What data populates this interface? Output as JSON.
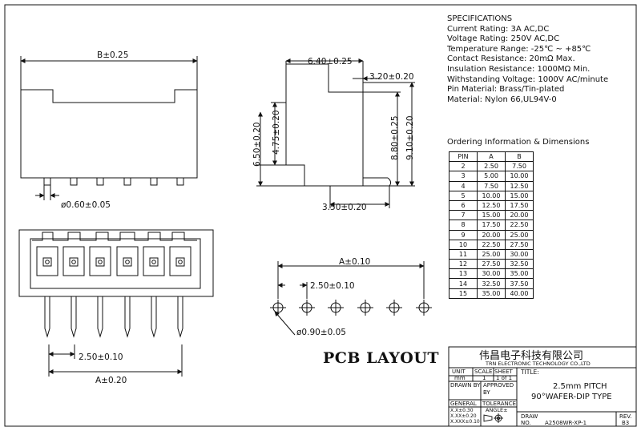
{
  "specifications": {
    "title": "SPECIFICATIONS",
    "lines": [
      "Current Rating: 3A AC,DC",
      "Voltage Rating: 250V AC,DC",
      "Temperature Range: -25℃ ~ +85℃",
      "Contact Resistance: 20mΩ Max.",
      "Insulation Resistance: 1000MΩ Min.",
      "Withstanding Voltage: 1000V AC/minute",
      "Pin Material: Brass/Tin-plated",
      "Material: Nylon 66,UL94V-0"
    ]
  },
  "ordering": {
    "title": "Ordering Information & Dimensions",
    "headers": [
      "PIN",
      "A",
      "B"
    ],
    "rows": [
      [
        "2",
        "2.50",
        "7.50"
      ],
      [
        "3",
        "5.00",
        "10.00"
      ],
      [
        "4",
        "7.50",
        "12.50"
      ],
      [
        "5",
        "10.00",
        "15.00"
      ],
      [
        "6",
        "12.50",
        "17.50"
      ],
      [
        "7",
        "15.00",
        "20.00"
      ],
      [
        "8",
        "17.50",
        "22.50"
      ],
      [
        "9",
        "20.00",
        "25.00"
      ],
      [
        "10",
        "22.50",
        "27.50"
      ],
      [
        "11",
        "25.00",
        "30.00"
      ],
      [
        "12",
        "27.50",
        "32.50"
      ],
      [
        "13",
        "30.00",
        "35.00"
      ],
      [
        "14",
        "32.50",
        "37.50"
      ],
      [
        "15",
        "35.00",
        "40.00"
      ]
    ]
  },
  "dimensions": {
    "b_top": "B±0.25",
    "pin_dia": "ø0.60±0.05",
    "w_640": "6.40±0.25",
    "w_320": "3.20±0.20",
    "h_650": "6.50±0.20",
    "h_475": "4.75±0.20",
    "h_880": "8.80±0.25",
    "h_910": "9.10±0.20",
    "w_350": "3.50±0.20",
    "a_pcb": "A±0.10",
    "pitch_pcb": "2.50±0.10",
    "hole_dia": "ø0.90±0.05",
    "pitch_front": "2.50±0.10",
    "a_front": "A±0.20"
  },
  "pcb_label": "PCB LAYOUT",
  "title_block": {
    "company_cn": "伟昌电子科技有限公司",
    "company_en": "TRN ELECTRONIC TECHNOLOGY CO.,LTD",
    "unit_label": "UNIT",
    "scale_label": "SCALE",
    "sheet_label": "SHEET",
    "title_label": "TITLE:",
    "unit_value": "mm",
    "scale_value": "1",
    "sheet_value": "1 of 1",
    "drawn_by": "DRAWN BY",
    "approved_by": "APPROVED BY",
    "title_line1": "2.5mm PITCH",
    "title_line2": "90°WAFER-DIP TYPE",
    "general": "GENERAL",
    "tolerance": "TOLERANCE",
    "tol1": "X.X±0.30",
    "tol2": "X.XX±0.20",
    "tol3": "X.XXX±0.10",
    "angle": "ANGLE±",
    "draw_label": "DRAW",
    "draw_no_label": "NO.",
    "draw_no": "A2508WR-XP-1",
    "rev_label": "REV.",
    "rev_value": "B3"
  }
}
